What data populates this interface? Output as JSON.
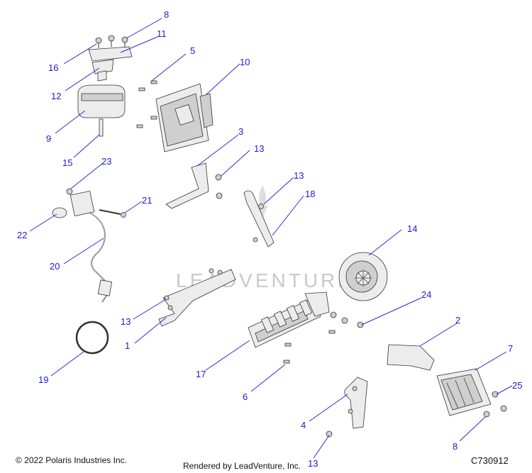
{
  "callouts": [
    "8",
    "11",
    "16",
    "12",
    "9",
    "15",
    "5",
    "10",
    "3",
    "13",
    "13",
    "18",
    "23",
    "21",
    "22",
    "20",
    "14",
    "13",
    "1",
    "24",
    "2",
    "7",
    "19",
    "17",
    "6",
    "25",
    "4",
    "8",
    "13"
  ],
  "watermark": "LEADVENTURE",
  "footer": {
    "copyright": "© 2022 Polaris Industries Inc.",
    "rendered_by": "Rendered by LeadVenture, Inc.",
    "figure_code": "C730912"
  }
}
